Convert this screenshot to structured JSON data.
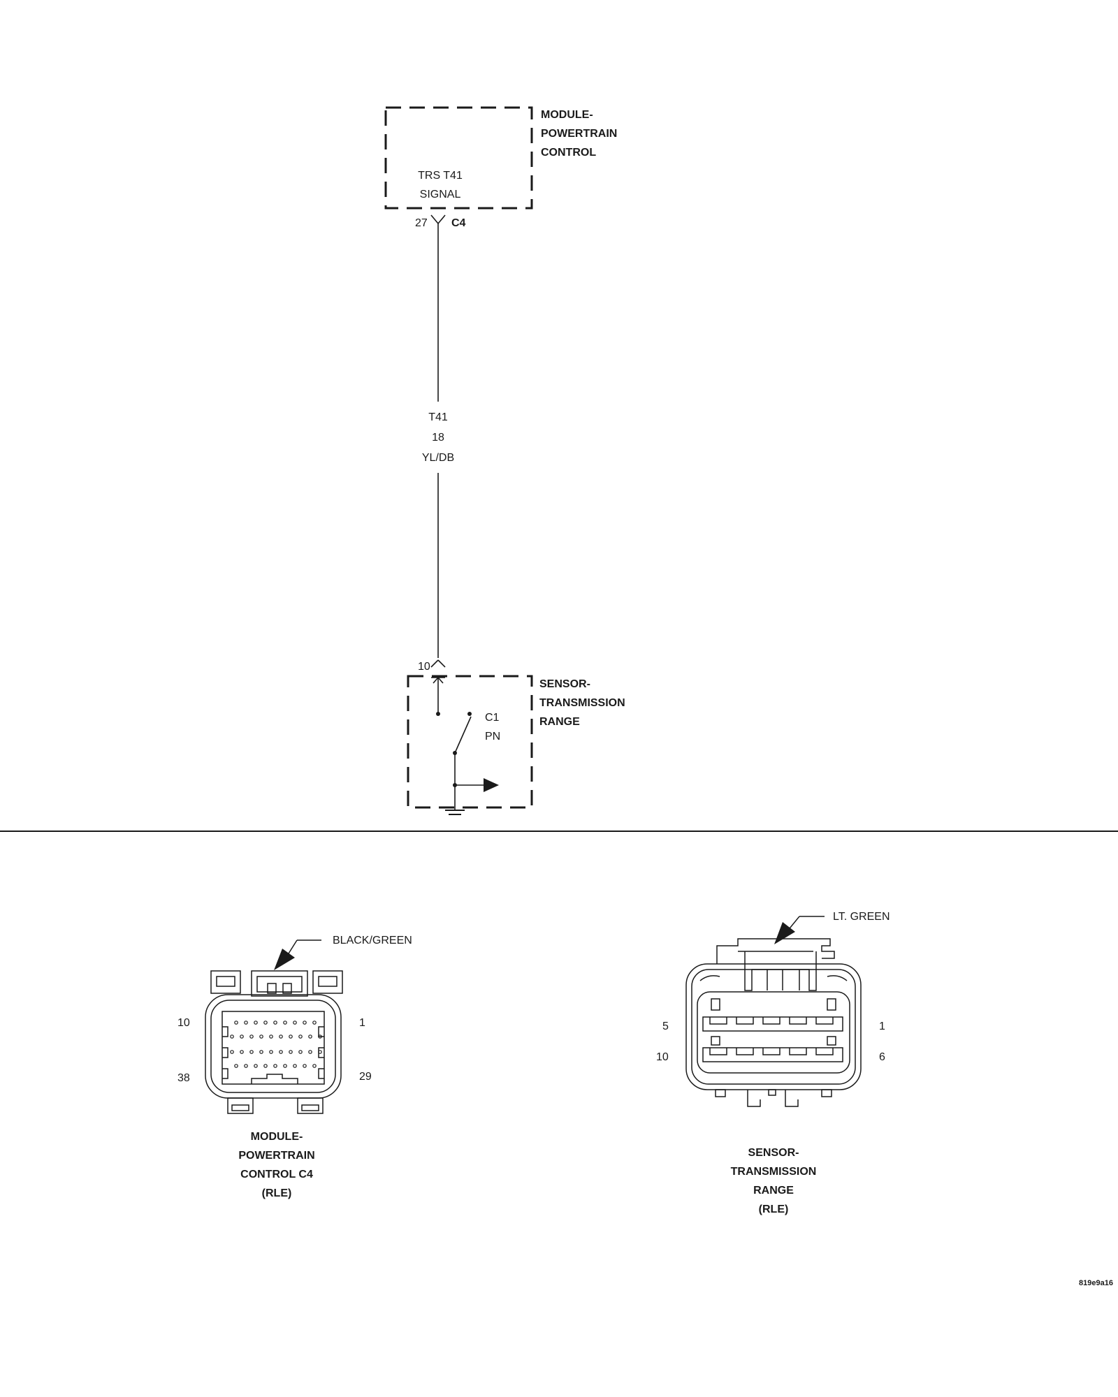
{
  "module": {
    "title_lines": [
      "MODULE-",
      "POWERTRAIN",
      "CONTROL"
    ],
    "inner_lines": [
      "TRS T41",
      "SIGNAL"
    ],
    "pin": "27",
    "connector": "C4"
  },
  "wire": {
    "circuit": "T41",
    "gauge": "18",
    "color": "YL/DB"
  },
  "sensor": {
    "title_lines": [
      "SENSOR-",
      "TRANSMISSION",
      "RANGE"
    ],
    "pin": "10",
    "switch_lines": [
      "C1",
      "PN"
    ]
  },
  "connector_left": {
    "color_label": "BLACK/GREEN",
    "pin_top_left": "10",
    "pin_top_right": "1",
    "pin_bottom_left": "38",
    "pin_bottom_right": "29",
    "caption_lines": [
      "MODULE-",
      "POWERTRAIN",
      "CONTROL C4",
      "(RLE)"
    ]
  },
  "connector_right": {
    "color_label": "LT. GREEN",
    "pin_top_left": "5",
    "pin_top_right": "1",
    "pin_bottom_left": "10",
    "pin_bottom_right": "6",
    "caption_lines": [
      "SENSOR-",
      "TRANSMISSION",
      "RANGE",
      "(RLE)"
    ]
  },
  "figure_id": "819e9a16"
}
